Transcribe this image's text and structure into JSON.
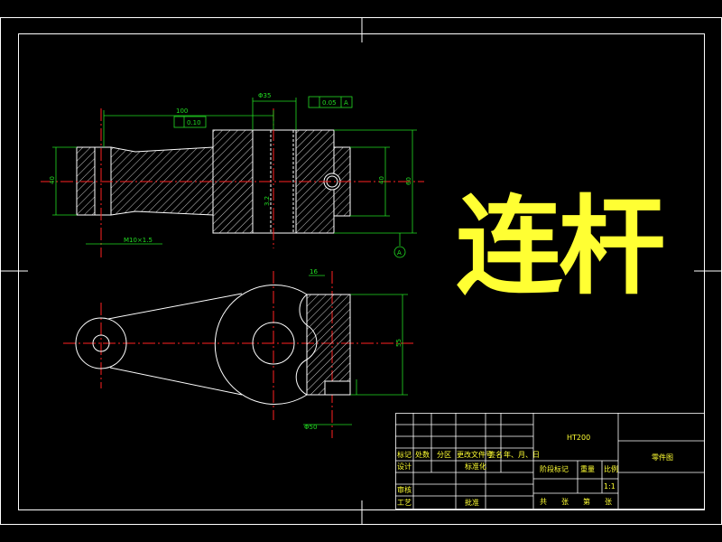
{
  "title": "连杆",
  "title_block": {
    "material": "HT200",
    "row_labels": [
      "标记",
      "处数",
      "分区",
      "更改文件号",
      "签名",
      "年、月、日"
    ],
    "designer": "设计",
    "standardize": "标准化",
    "review": "审核",
    "process": "工艺",
    "approve": "批准",
    "stage_mark": "阶段标记",
    "weight": "重量",
    "scale_label": "比例",
    "scale_value": "1:1",
    "sheets": [
      "共",
      "张",
      "第",
      "张"
    ],
    "drawing_name": "零件图"
  },
  "dimensions": {
    "d_100": "100",
    "d_tol1": "0.10",
    "d_phi35": "Φ35",
    "d_tol2": "0.05",
    "d_A": "A",
    "d_40": "40",
    "d_60": "60",
    "d_55": "55",
    "d_16": "16",
    "d_phi50": "Φ50",
    "d_thread": "M10×1.5",
    "d_ra": "3.2"
  }
}
